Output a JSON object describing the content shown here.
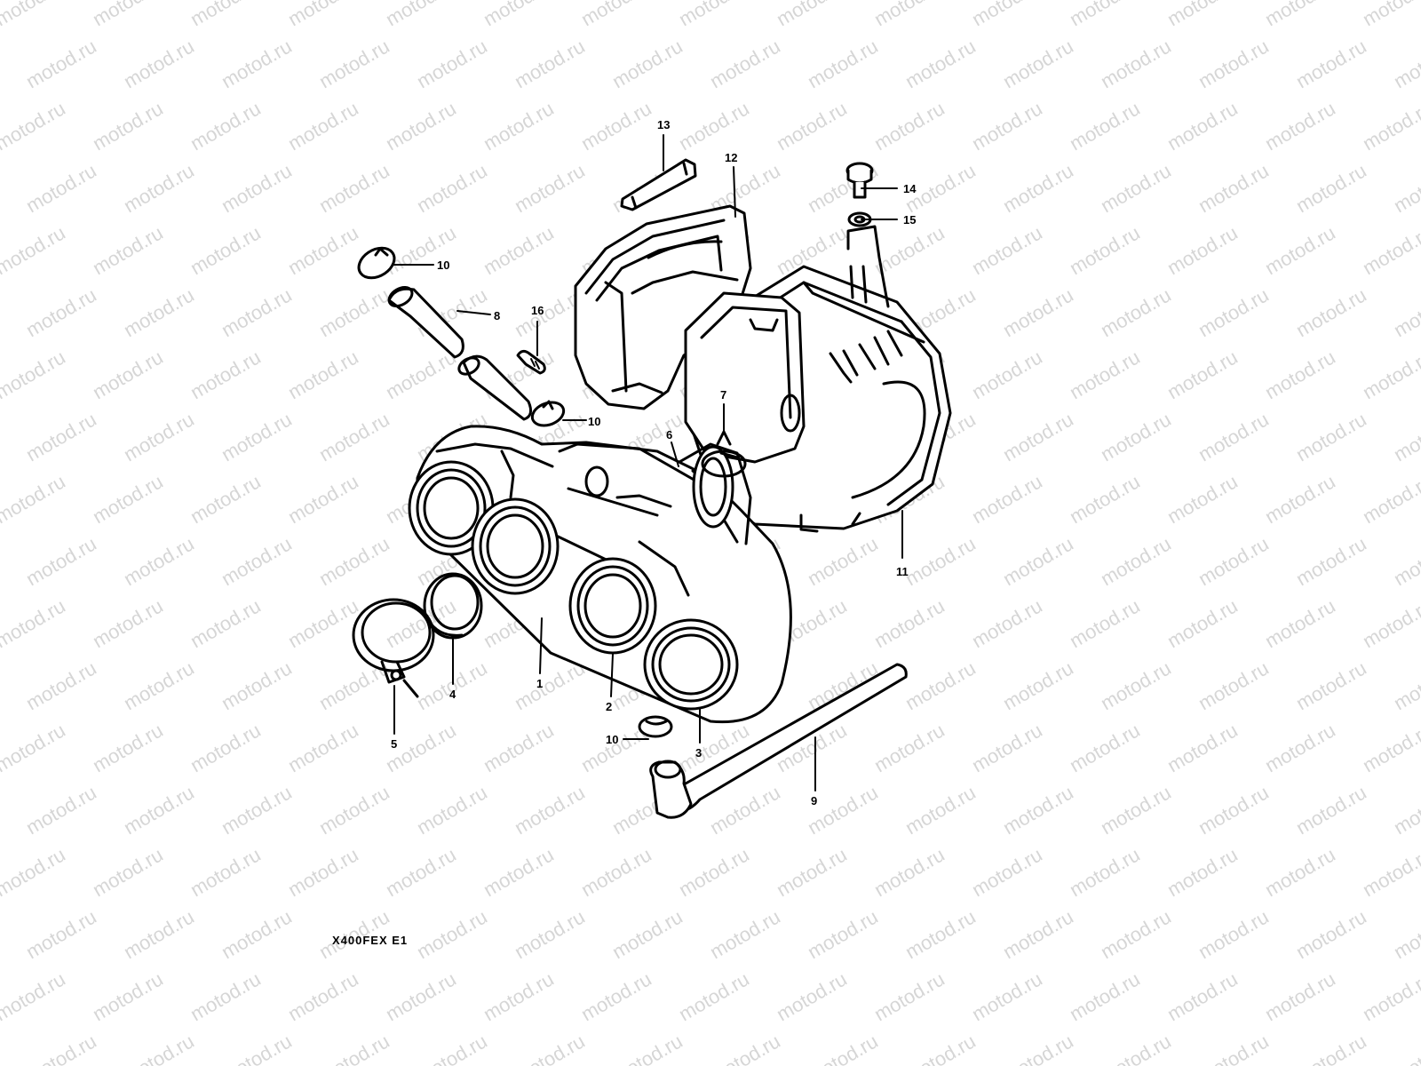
{
  "watermark": {
    "text": "motod.ru",
    "color": "#d6d6d6"
  },
  "diagram": {
    "caption": "X400FEX E1",
    "labels": {
      "p1": "1",
      "p2": "2",
      "p3": "3",
      "p4": "4",
      "p5": "5",
      "p6": "6",
      "p7": "7",
      "p8": "8",
      "p9": "9",
      "p10a": "10",
      "p10b": "10",
      "p10c": "10",
      "p11": "11",
      "p12": "12",
      "p13": "13",
      "p14": "14",
      "p15": "15",
      "p16": "16"
    }
  }
}
